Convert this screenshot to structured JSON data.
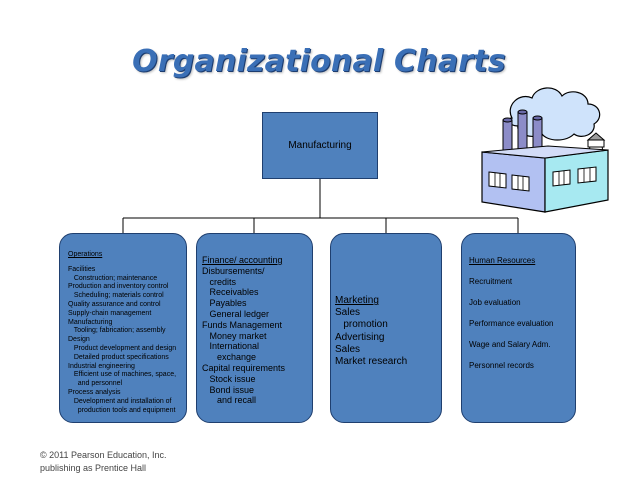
{
  "title": "Organizational Charts",
  "root": {
    "label": "Manufacturing"
  },
  "departments": [
    {
      "id": "operations",
      "lines": [
        "Operations",
        "Facilities",
        "   Construction; maintenance",
        "Production and inventory control",
        "   Scheduling; materials control",
        "Quality assurance and control",
        "Supply-chain management",
        "Manufacturing",
        "   Tooling; fabrication; assembly",
        "Design",
        "   Product development and design",
        "   Detailed product specifications",
        "Industrial engineering",
        "   Efficient use of machines, space,",
        "     and personnel",
        "Process analysis",
        "   Development and installation of",
        "     production tools and equipment"
      ]
    },
    {
      "id": "finance",
      "lines": [
        "Finance/ accounting",
        "Disbursements/",
        "   credits",
        "   Receivables",
        "   Payables",
        "   General ledger",
        "Funds Management",
        "   Money market",
        "   International",
        "      exchange",
        "Capital requirements",
        "   Stock issue",
        "   Bond issue",
        "      and recall"
      ]
    },
    {
      "id": "marketing",
      "lines": [
        "Marketing",
        "Sales",
        "   promotion",
        "Advertising",
        "Sales",
        "Market research"
      ]
    },
    {
      "id": "human-resources",
      "lines": [
        "Human Resources",
        "Recruitment",
        "Job evaluation",
        "Performance evaluation",
        "Wage and Salary Adm.",
        "Personnel records"
      ]
    }
  ],
  "footer": {
    "line1": "© 2011 Pearson Education, Inc.",
    "line2": "publishing as Prentice Hall"
  },
  "colors": {
    "box_fill": "#4f81bd",
    "title": "#3a6fb6"
  },
  "icons": [
    "factory-clipart-icon"
  ]
}
